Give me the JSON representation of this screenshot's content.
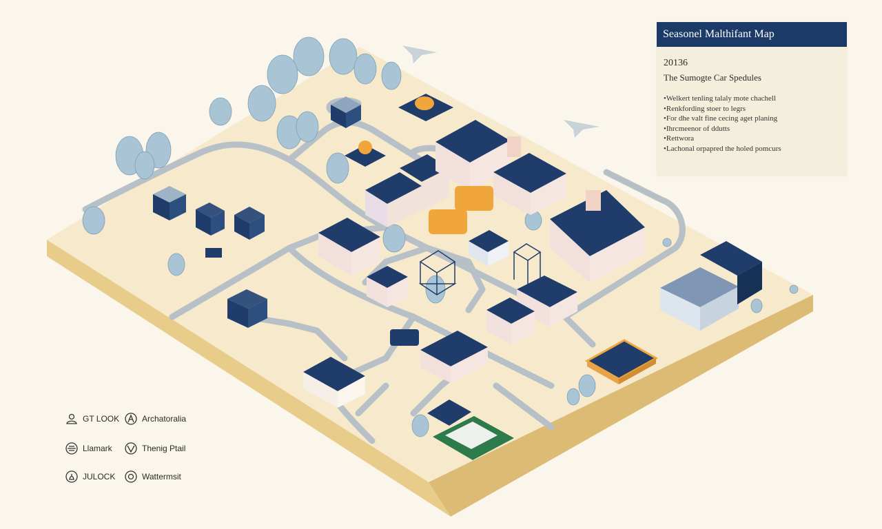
{
  "panel": {
    "title": "Seasonel Malthifant Map",
    "year": "20136",
    "subtitle": "The Sumogte Car Spedules",
    "items": [
      "Welkert tenling talaly mote chachell",
      "Renkfording stoer to legrs",
      "For dhe valt fine cecing aget planing",
      "Ihrcmeenor of ddutts",
      "Rettwora",
      "Lachonal orpapred the holed pomcurs"
    ],
    "header_color": "#1b3a68"
  },
  "legend": [
    {
      "label": "GT LOOK",
      "icon": "person-pin-icon"
    },
    {
      "label": "Archatoralia",
      "icon": "compass-a-icon"
    },
    {
      "label": "Llamark",
      "icon": "landmark-icon"
    },
    {
      "label": "Thenig Ptail",
      "icon": "trail-icon"
    },
    {
      "label": "JULOCK",
      "icon": "lock-pin-icon"
    },
    {
      "label": "Wattermsit",
      "icon": "water-icon"
    }
  ],
  "colors": {
    "ground": "#f6e9cc",
    "ground_side": "#e9cf8e",
    "road": "#b9c0c6",
    "roof": "#1f3c6b",
    "wall": "#f1e2dc",
    "accent": "#f0a63a",
    "tree": "#a9c4d4"
  }
}
